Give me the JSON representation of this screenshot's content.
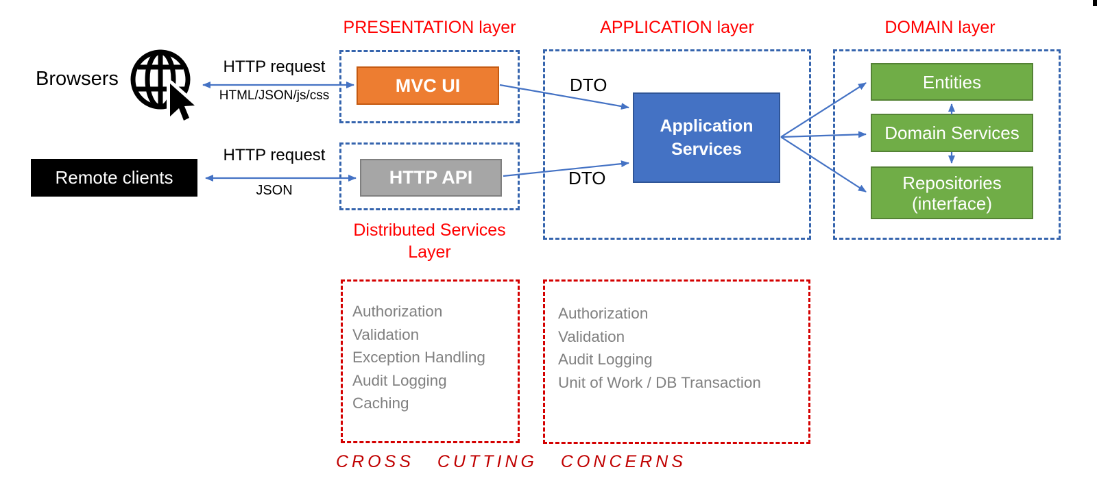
{
  "titles": {
    "presentation": "PRESENTATION layer",
    "application": "APPLICATION layer",
    "domain": "DOMAIN layer",
    "distributed_line1": "Distributed Services",
    "distributed_line2": "Layer",
    "cross_cutting_footer": "CROSS CUTTING CONCERNS"
  },
  "clients": {
    "browsers_label": "Browsers",
    "remote_clients_label": "Remote clients"
  },
  "connections": {
    "browser_arrow_title": "HTTP request",
    "browser_arrow_subtitle": "HTML/JSON/js/css",
    "remote_arrow_title": "HTTP request",
    "remote_arrow_subtitle": "JSON",
    "dto_top": "DTO",
    "dto_bottom": "DTO"
  },
  "nodes": {
    "mvc_ui": "MVC UI",
    "http_api": "HTTP API",
    "application_services": "Application Services",
    "entities": "Entities",
    "domain_services": "Domain Services",
    "repositories_line1": "Repositories",
    "repositories_line2": "(interface)"
  },
  "cross_cutting": {
    "left_items": [
      "Authorization",
      "Validation",
      "Exception Handling",
      "Audit Logging",
      "Caching"
    ],
    "right_items": [
      "Authorization",
      "Validation",
      "Audit Logging",
      "Unit of Work / DB Transaction"
    ]
  },
  "icons": {
    "globe_cursor": "globe-with-cursor-icon"
  },
  "colors": {
    "accent_orange": "#ed7d31",
    "accent_blue": "#4472c4",
    "accent_green": "#70ad47",
    "accent_gray": "#a6a6a6",
    "dashed_blue": "#3564ad",
    "dashed_red": "#d40000",
    "title_red": "#ff0000",
    "footer_red": "#c00000",
    "list_gray": "#808080"
  }
}
